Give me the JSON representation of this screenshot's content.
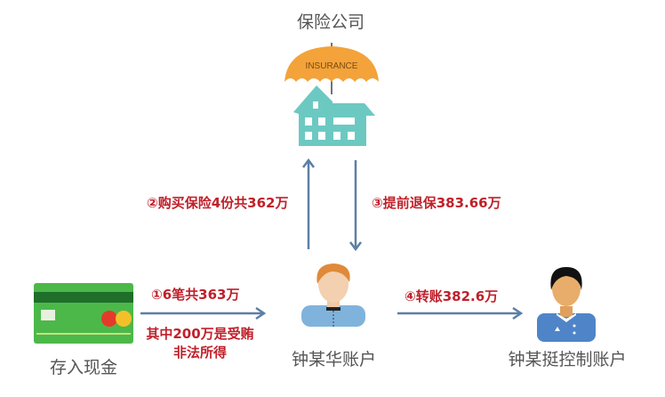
{
  "nodes": {
    "insurance": {
      "label": "保险公司",
      "umbrella_text": "INSURANCE"
    },
    "cash": {
      "label": "存入现金"
    },
    "zhong_hua": {
      "label": "钟某华账户"
    },
    "zhong_ting": {
      "label": "钟某挺控制账户"
    }
  },
  "flows": {
    "step1": {
      "label": "①6笔共363万",
      "note_line1": "其中200万是受贿",
      "note_line2": "非法所得"
    },
    "step2": {
      "label": "②购买保险4份共362万"
    },
    "step3": {
      "label": "③提前退保383.66万"
    },
    "step4": {
      "label": "④转账382.6万"
    }
  },
  "colors": {
    "arrow": "#5b7fa6",
    "label_red": "#c0202a",
    "umbrella": "#f3a33a",
    "house": "#6cc9c2",
    "card": "#4cb84a"
  }
}
